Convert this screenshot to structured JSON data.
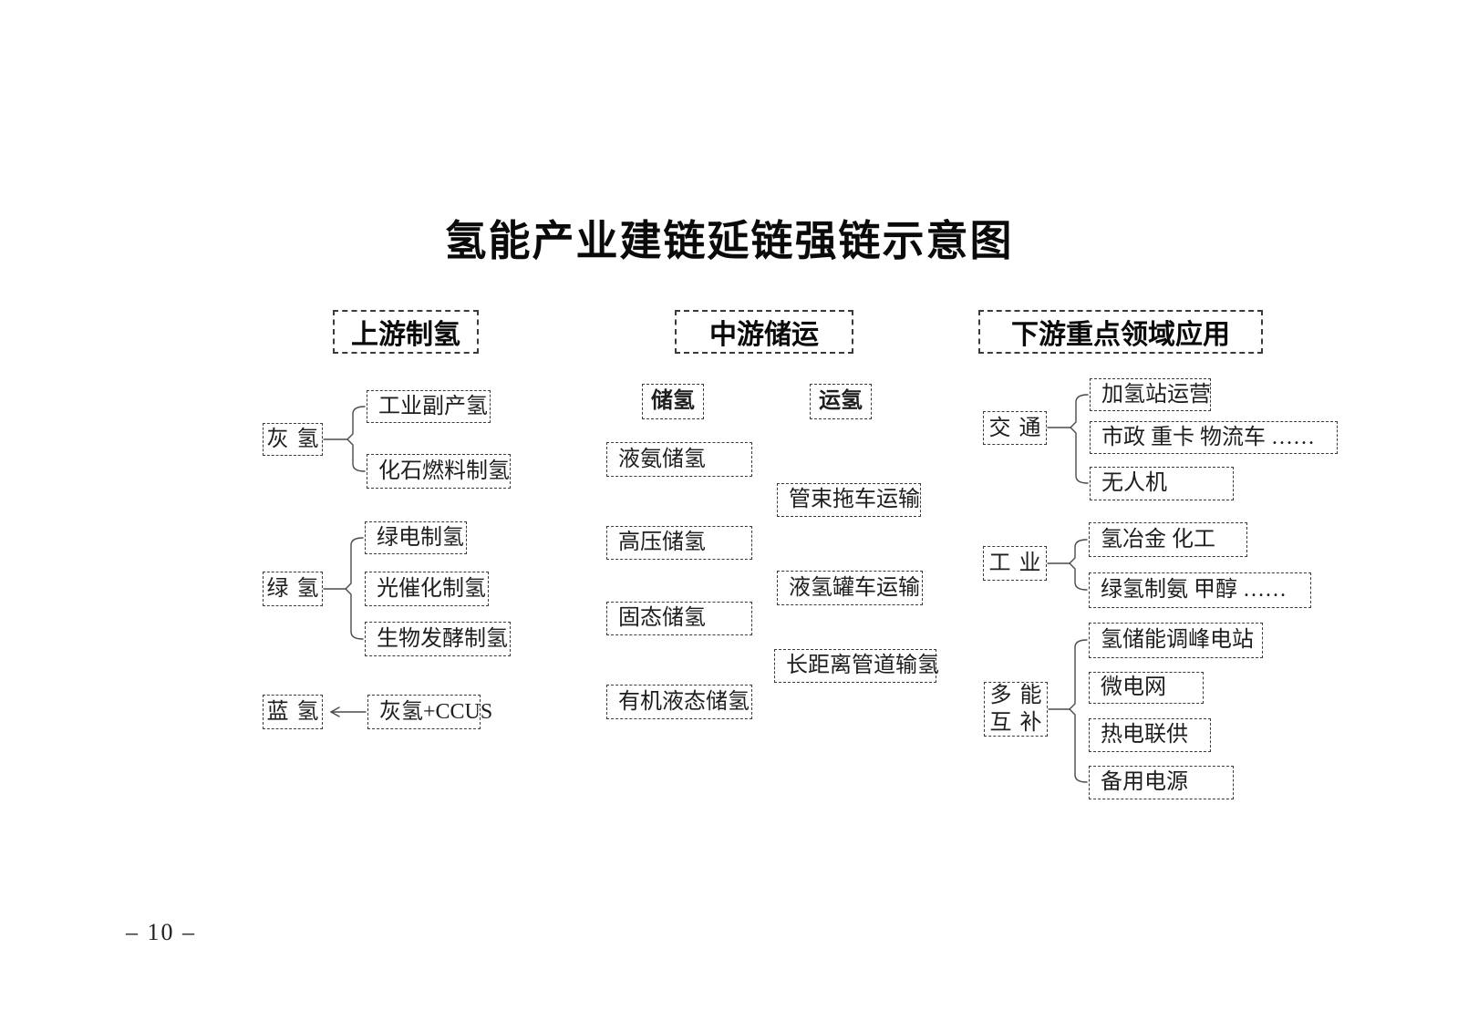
{
  "page": {
    "title": "氢能产业建链延链强链示意图",
    "page_number": "– 10 –"
  },
  "upstream": {
    "header": "上游制氢",
    "grey": {
      "parent": "灰氢",
      "children": [
        "工业副产氢",
        "化石燃料制氢"
      ]
    },
    "green": {
      "parent": "绿氢",
      "children": [
        "绿电制氢",
        "光催化制氢",
        "生物发酵制氢"
      ]
    },
    "blue": {
      "parent": "蓝氢",
      "source": "灰氢+CCUS"
    }
  },
  "midstream": {
    "header": "中游储运",
    "storage": {
      "label": "储氢",
      "items": [
        "液氨储氢",
        "高压储氢",
        "固态储氢",
        "有机液态储氢"
      ]
    },
    "transport": {
      "label": "运氢",
      "items": [
        "管束拖车运输",
        "液氢罐车运输",
        "长距离管道输氢"
      ]
    }
  },
  "downstream": {
    "header": "下游重点领域应用",
    "transportation": {
      "parent": "交通",
      "children": [
        "加氢站运营",
        "市政 重卡 物流车 ……",
        "无人机"
      ]
    },
    "industry": {
      "parent": "工业",
      "children": [
        "氢冶金 化工",
        "绿氢制氨 甲醇 ……"
      ]
    },
    "multi_energy": {
      "parent": "多能\n互补",
      "children": [
        "氢储能调峰电站",
        "微电网",
        "热电联供",
        "备用电源"
      ]
    }
  }
}
